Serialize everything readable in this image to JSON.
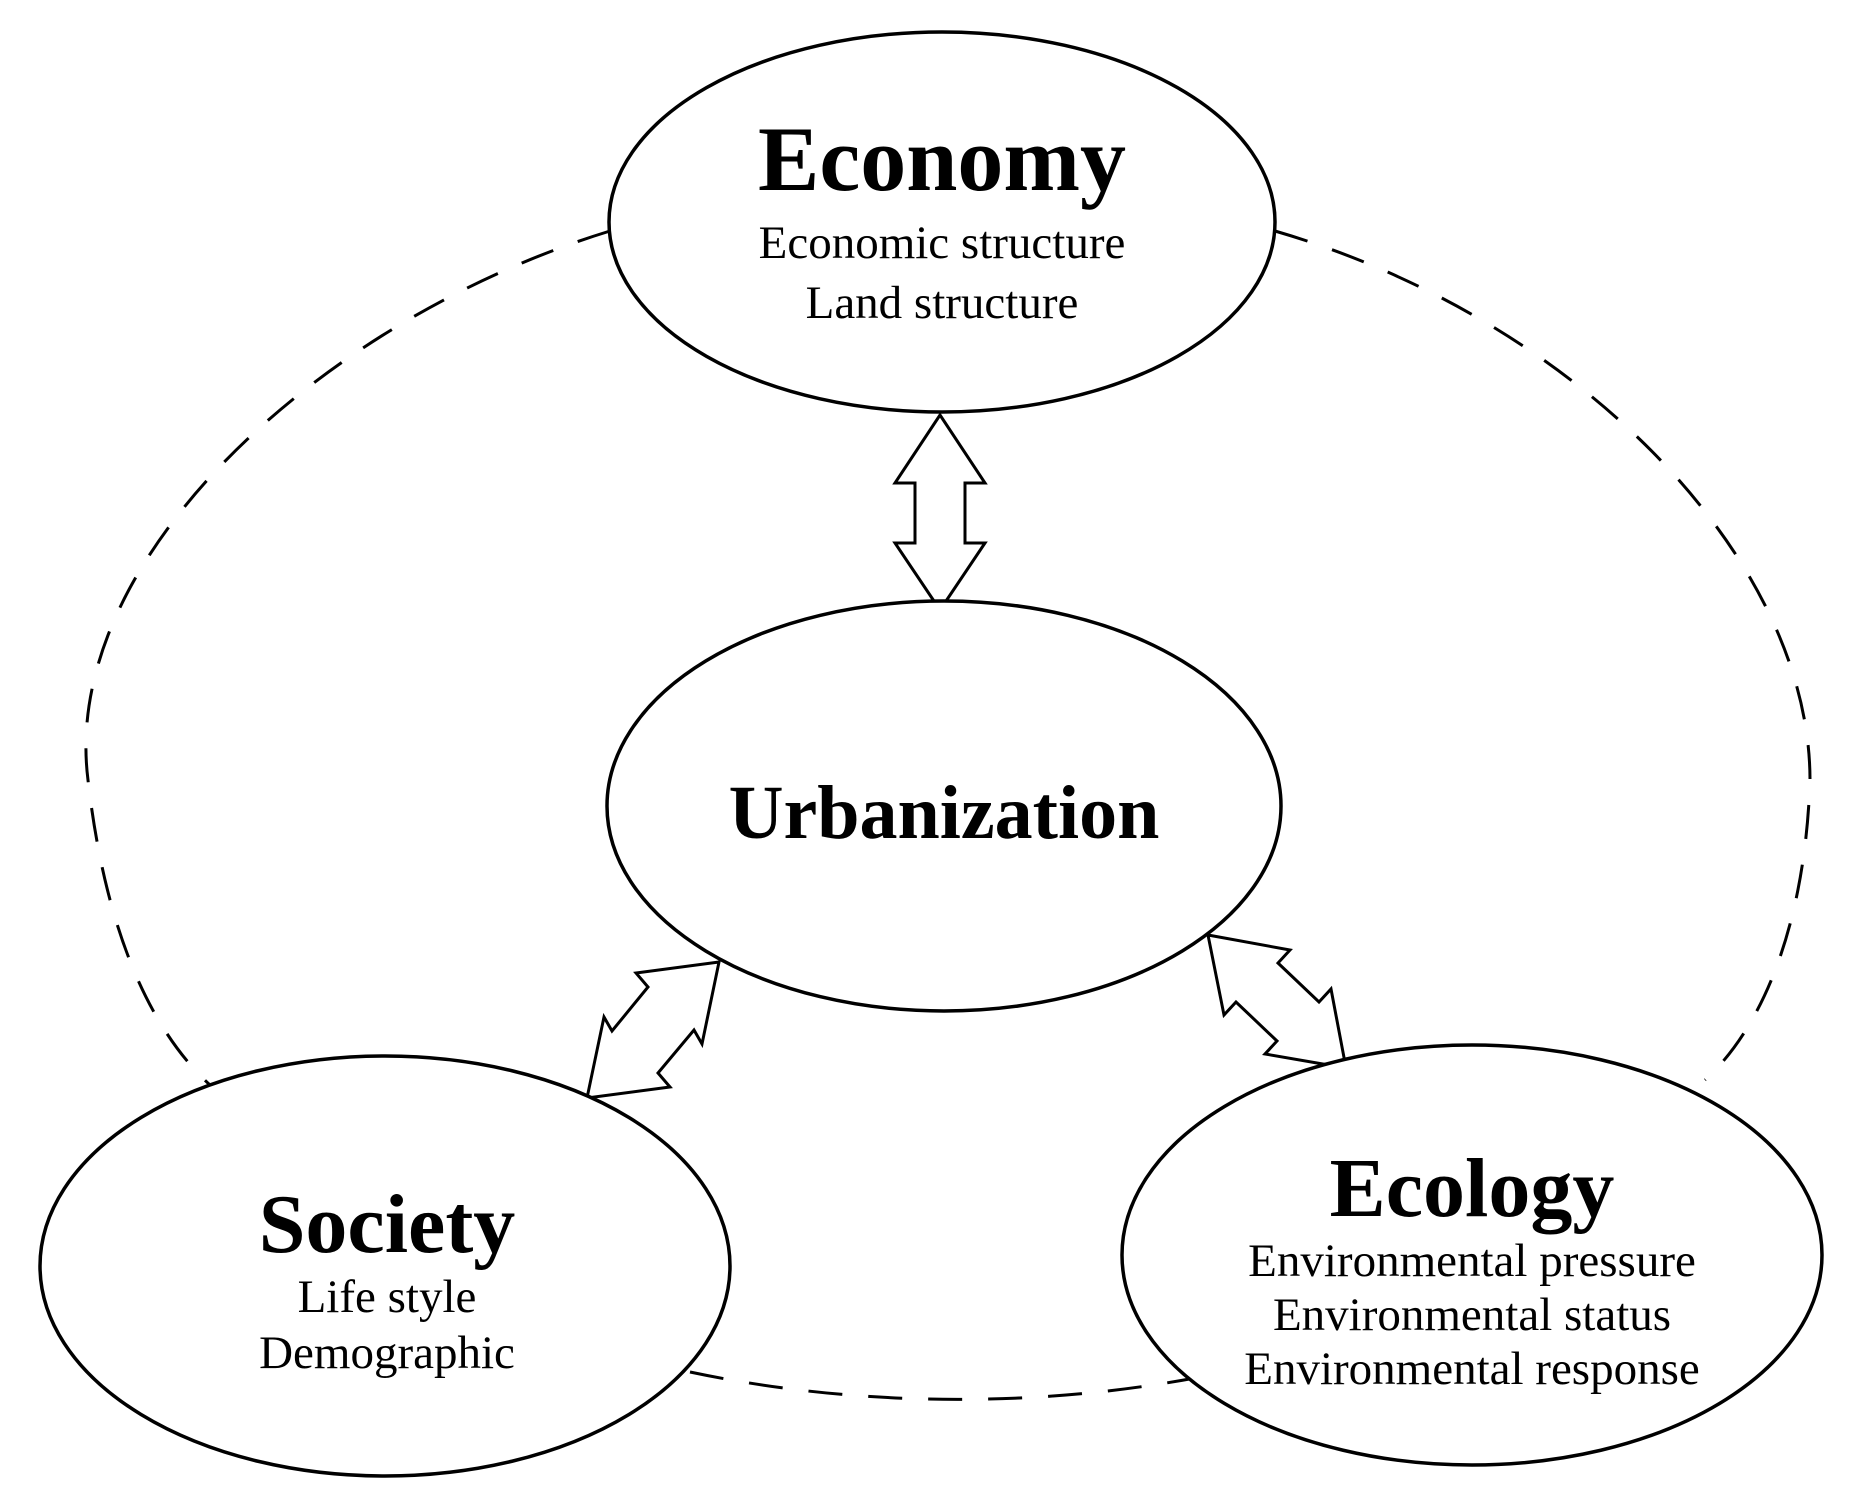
{
  "nodes": {
    "economy": {
      "title": "Economy",
      "items": [
        "Economic structure",
        "Land structure"
      ]
    },
    "urbanization": {
      "title": "Urbanization"
    },
    "society": {
      "title": "Society",
      "items": [
        "Life style",
        "Demographic"
      ]
    },
    "ecology": {
      "title": "Ecology",
      "items": [
        "Environmental pressure",
        "Environmental status",
        "Environmental response"
      ]
    }
  },
  "colors": {
    "stroke": "#000000",
    "fill": "#ffffff"
  }
}
